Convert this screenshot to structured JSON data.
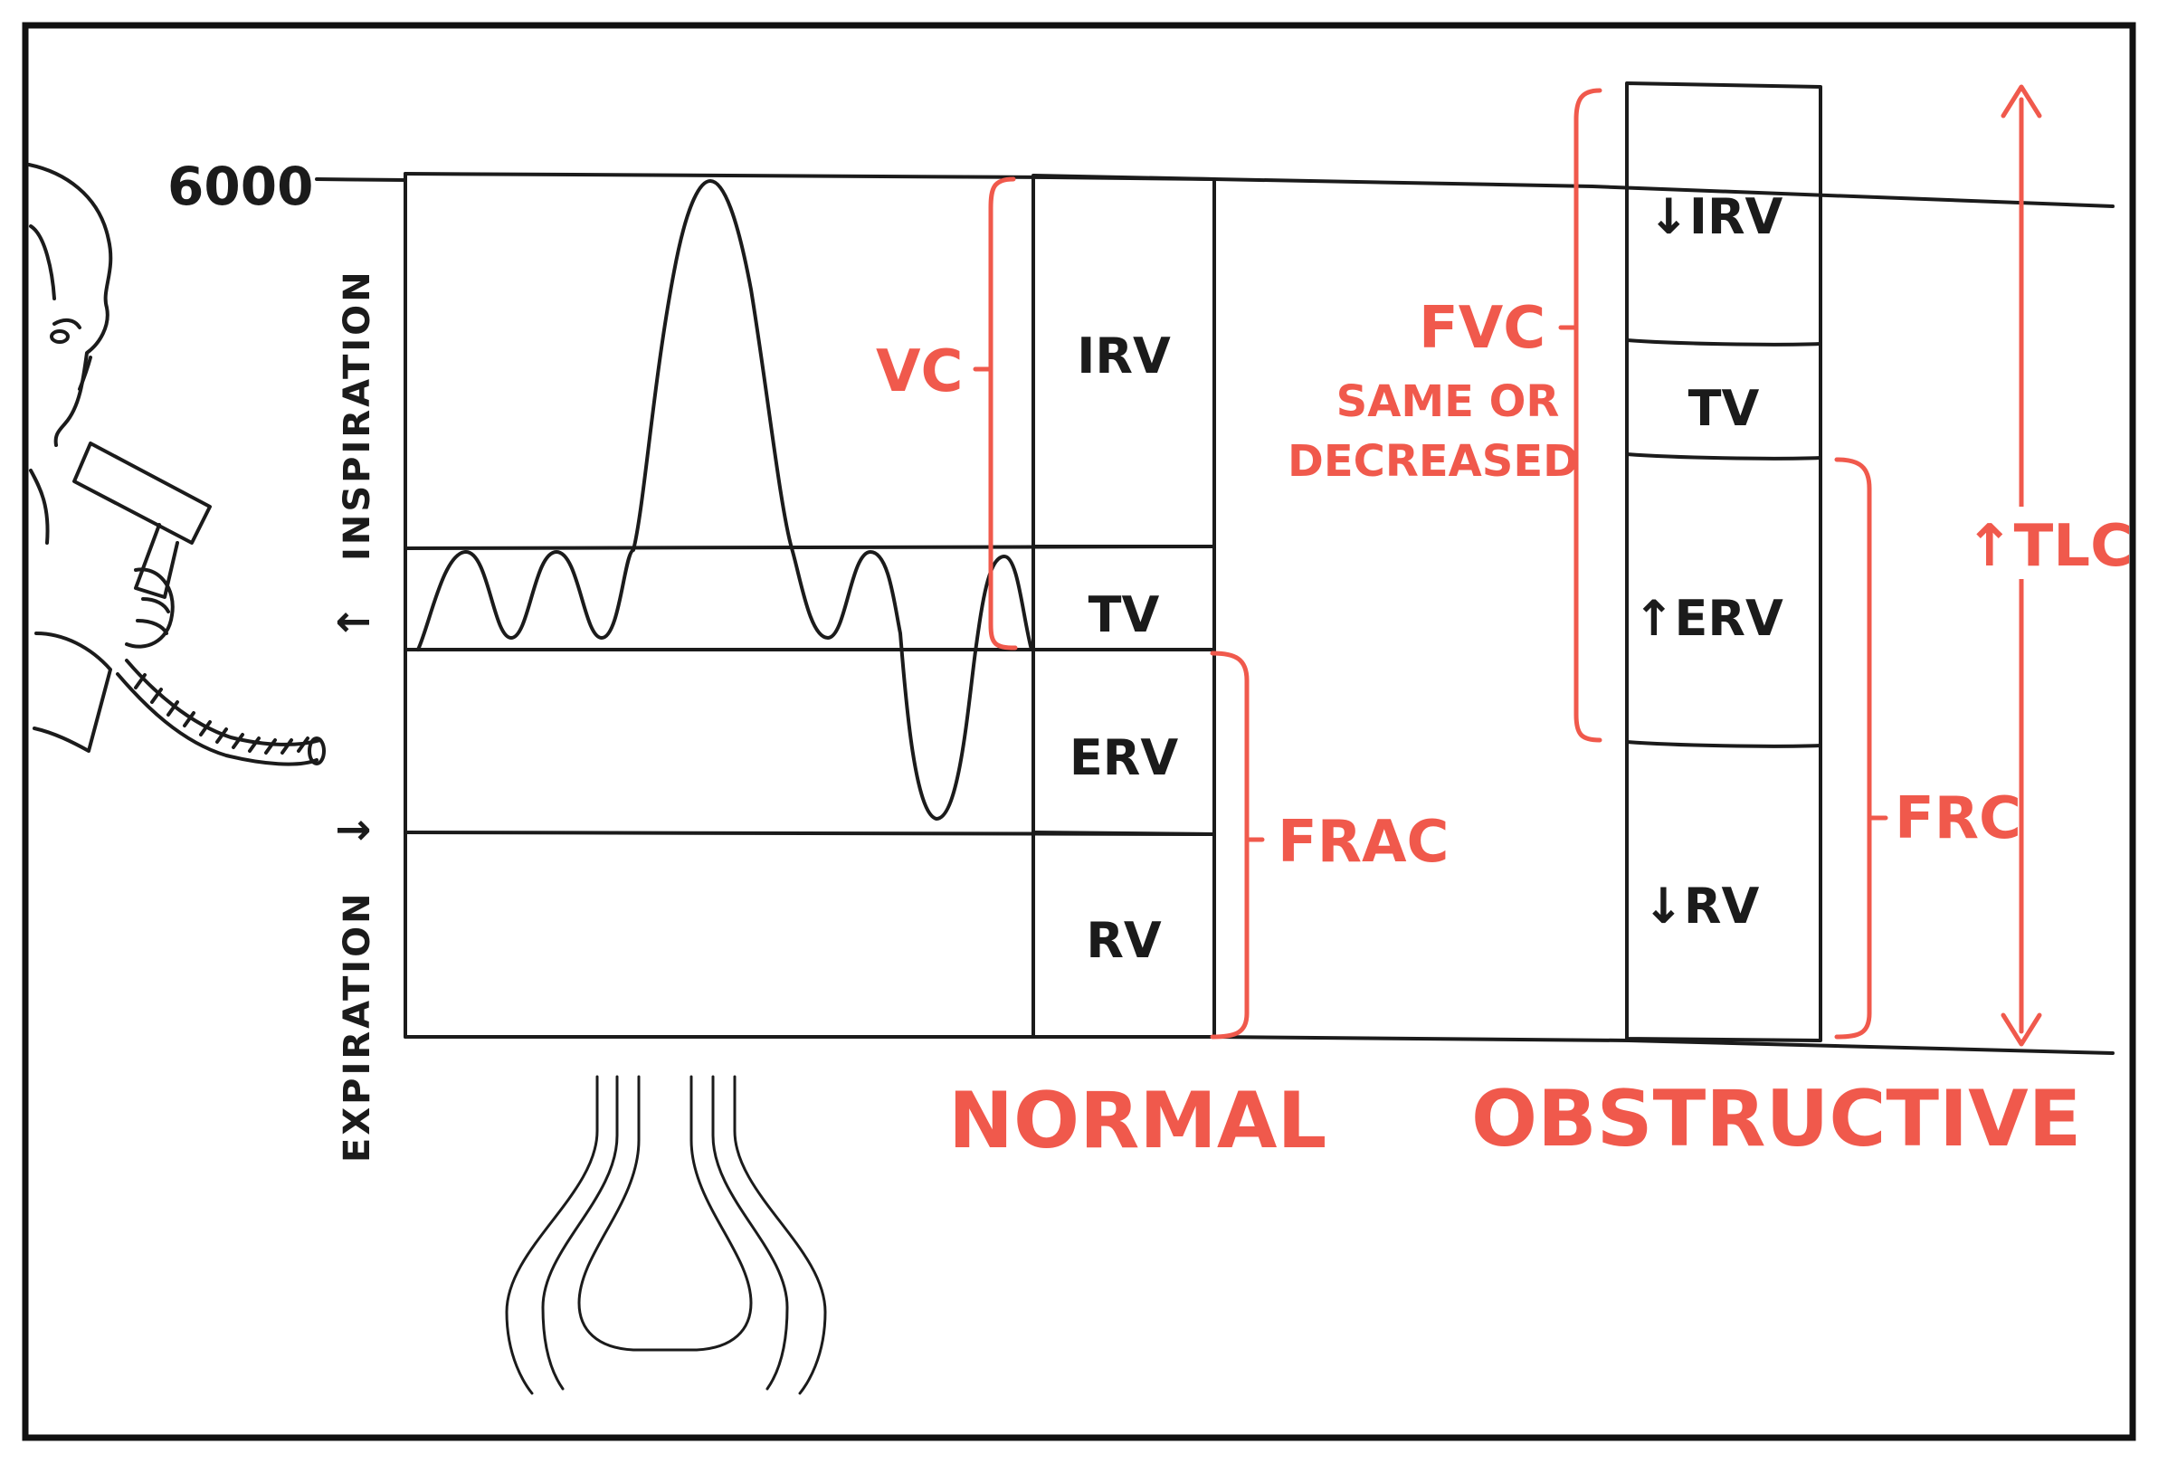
{
  "axis": {
    "top_value": "6000",
    "inspiration_label": "INSPIRATION",
    "expiration_label": "EXPIRATION",
    "up_arrow": "↑",
    "down_arrow": "↓"
  },
  "normal": {
    "heading": "NORMAL",
    "segments": {
      "irv": "IRV",
      "tv": "TV",
      "erv": "ERV",
      "rv": "RV"
    },
    "vc_label": "VC",
    "frac_label": "FRAC"
  },
  "obstructive": {
    "heading": "OBSTRUCTIVE",
    "segments": {
      "irv": "↓IRV",
      "tv": "TV",
      "erv": "↑ERV",
      "rv": "↓RV"
    },
    "fvc_label": "FVC",
    "fvc_note_line1": "SAME OR",
    "fvc_note_line2": "DECREASED",
    "frc_label": "FRC",
    "tlc_label": "↑TLC"
  },
  "colors": {
    "ink": "#1b1b1b",
    "accent_red": "#f0594c",
    "background": "#ffffff"
  }
}
